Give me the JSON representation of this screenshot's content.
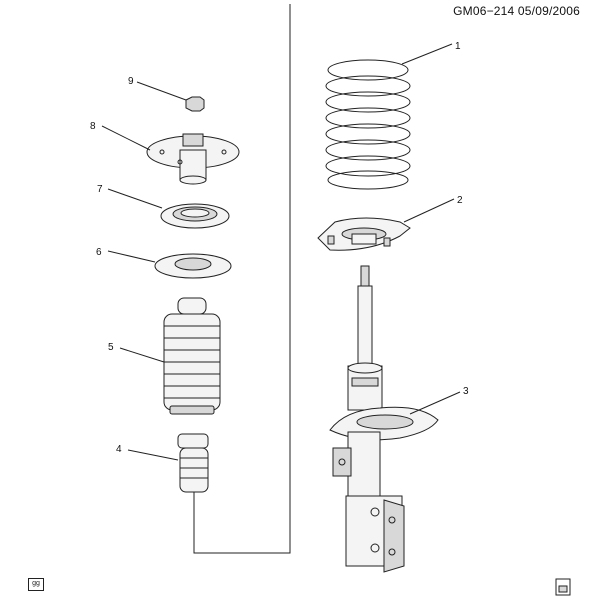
{
  "header": {
    "code": "GM06−214  05/09/2006"
  },
  "callouts": [
    "1",
    "2",
    "3",
    "4",
    "5",
    "6",
    "7",
    "8",
    "9"
  ],
  "badge": {
    "text": "gg"
  }
}
